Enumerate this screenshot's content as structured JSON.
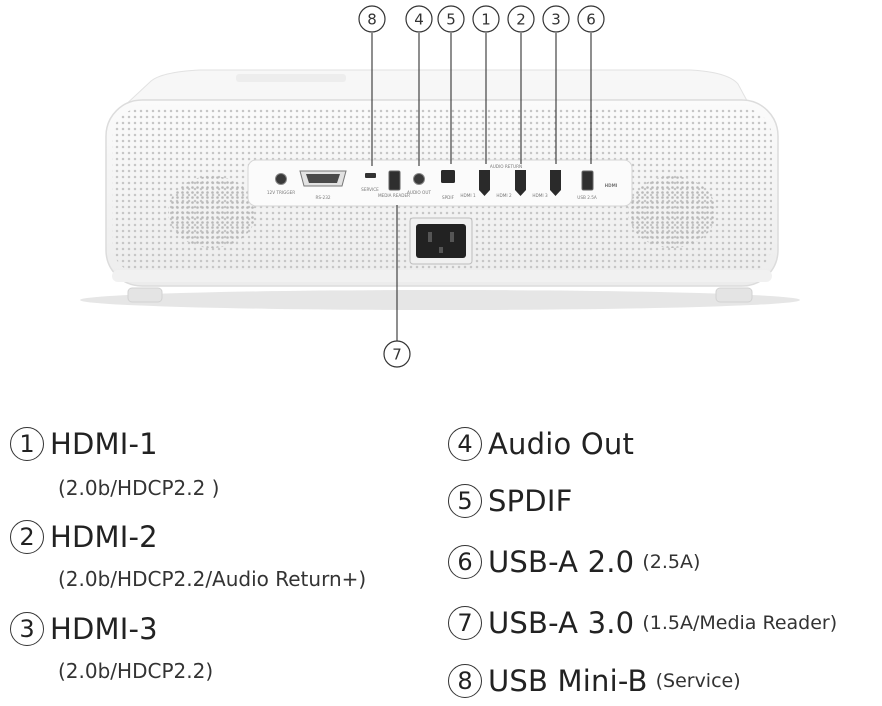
{
  "callouts": [
    "8",
    "4",
    "5",
    "1",
    "2",
    "3",
    "6",
    "7"
  ],
  "panel_labels": {
    "trigger": "12V TRIGGER",
    "rs232": "RS-232",
    "service": "SERVICE",
    "media": "MEDIA READER",
    "audio_out": "AUDIO OUT",
    "spdif": "SPDIF",
    "hdmi1": "HDMI 1",
    "hdmi2": "HDMI 2",
    "hdmi3": "HDMI 3",
    "audio_return": "AUDIO RETURN",
    "usb": "USB 2.5A",
    "hdmi_logo": "HDMI"
  },
  "legend": {
    "left": [
      {
        "num": "1",
        "name": "HDMI-1",
        "sub": "(2.0b/HDCP2.2 )"
      },
      {
        "num": "2",
        "name": "HDMI-2",
        "sub": "(2.0b/HDCP2.2/Audio Return+)"
      },
      {
        "num": "3",
        "name": "HDMI-3",
        "sub": "(2.0b/HDCP2.2)"
      }
    ],
    "right": [
      {
        "num": "4",
        "name": "Audio Out",
        "detail": ""
      },
      {
        "num": "5",
        "name": "SPDIF",
        "detail": ""
      },
      {
        "num": "6",
        "name": "USB-A 2.0",
        "detail": "(2.5A)"
      },
      {
        "num": "7",
        "name": "USB-A 3.0",
        "detail": "(1.5A/Media Reader)"
      },
      {
        "num": "8",
        "name": "USB Mini-B",
        "detail": "(Service)"
      }
    ]
  },
  "colors": {
    "body": "#f4f4f4",
    "panel": "#ffffff",
    "grille": "#c9c9c9",
    "port": "#2a2a2a",
    "text": "#222222"
  }
}
